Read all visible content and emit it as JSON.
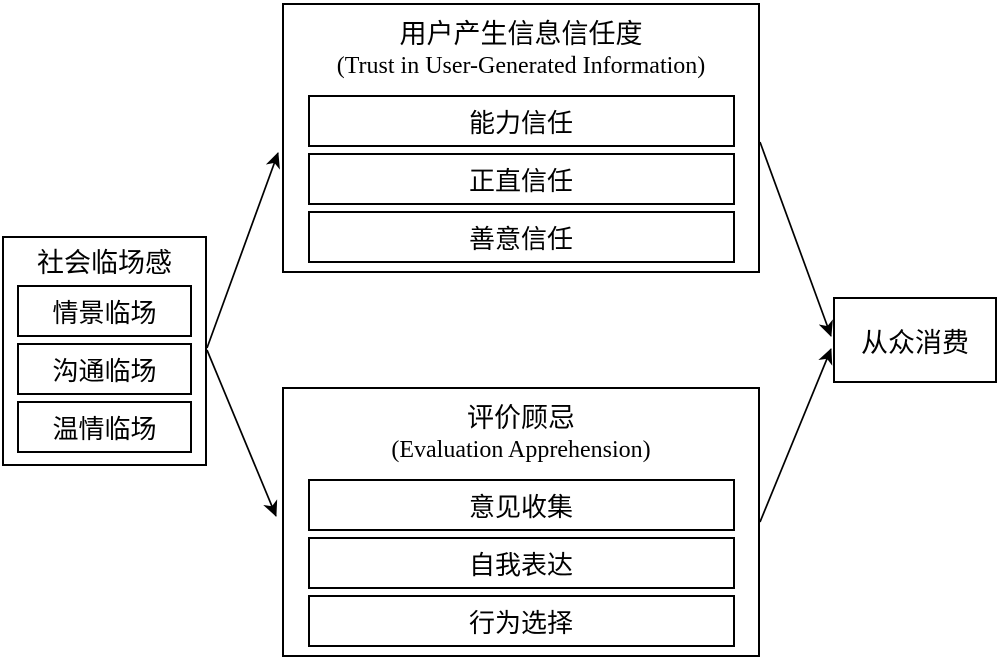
{
  "diagram": {
    "left_box": {
      "title": "社会临场感",
      "items": [
        "情景临场",
        "沟通临场",
        "温情临场"
      ]
    },
    "top_box": {
      "title_cn": "用户产生信息信任度",
      "title_en": "(Trust in User-Generated Information)",
      "items": [
        "能力信任",
        "正直信任",
        "善意信任"
      ]
    },
    "bottom_box": {
      "title_cn": "评价顾忌",
      "title_en": "(Evaluation Apprehension)",
      "items": [
        "意见收集",
        "自我表达",
        "行为选择"
      ]
    },
    "right_box": {
      "title": "从众消费"
    },
    "colors": {
      "line": "#000000",
      "background": "#ffffff"
    }
  }
}
